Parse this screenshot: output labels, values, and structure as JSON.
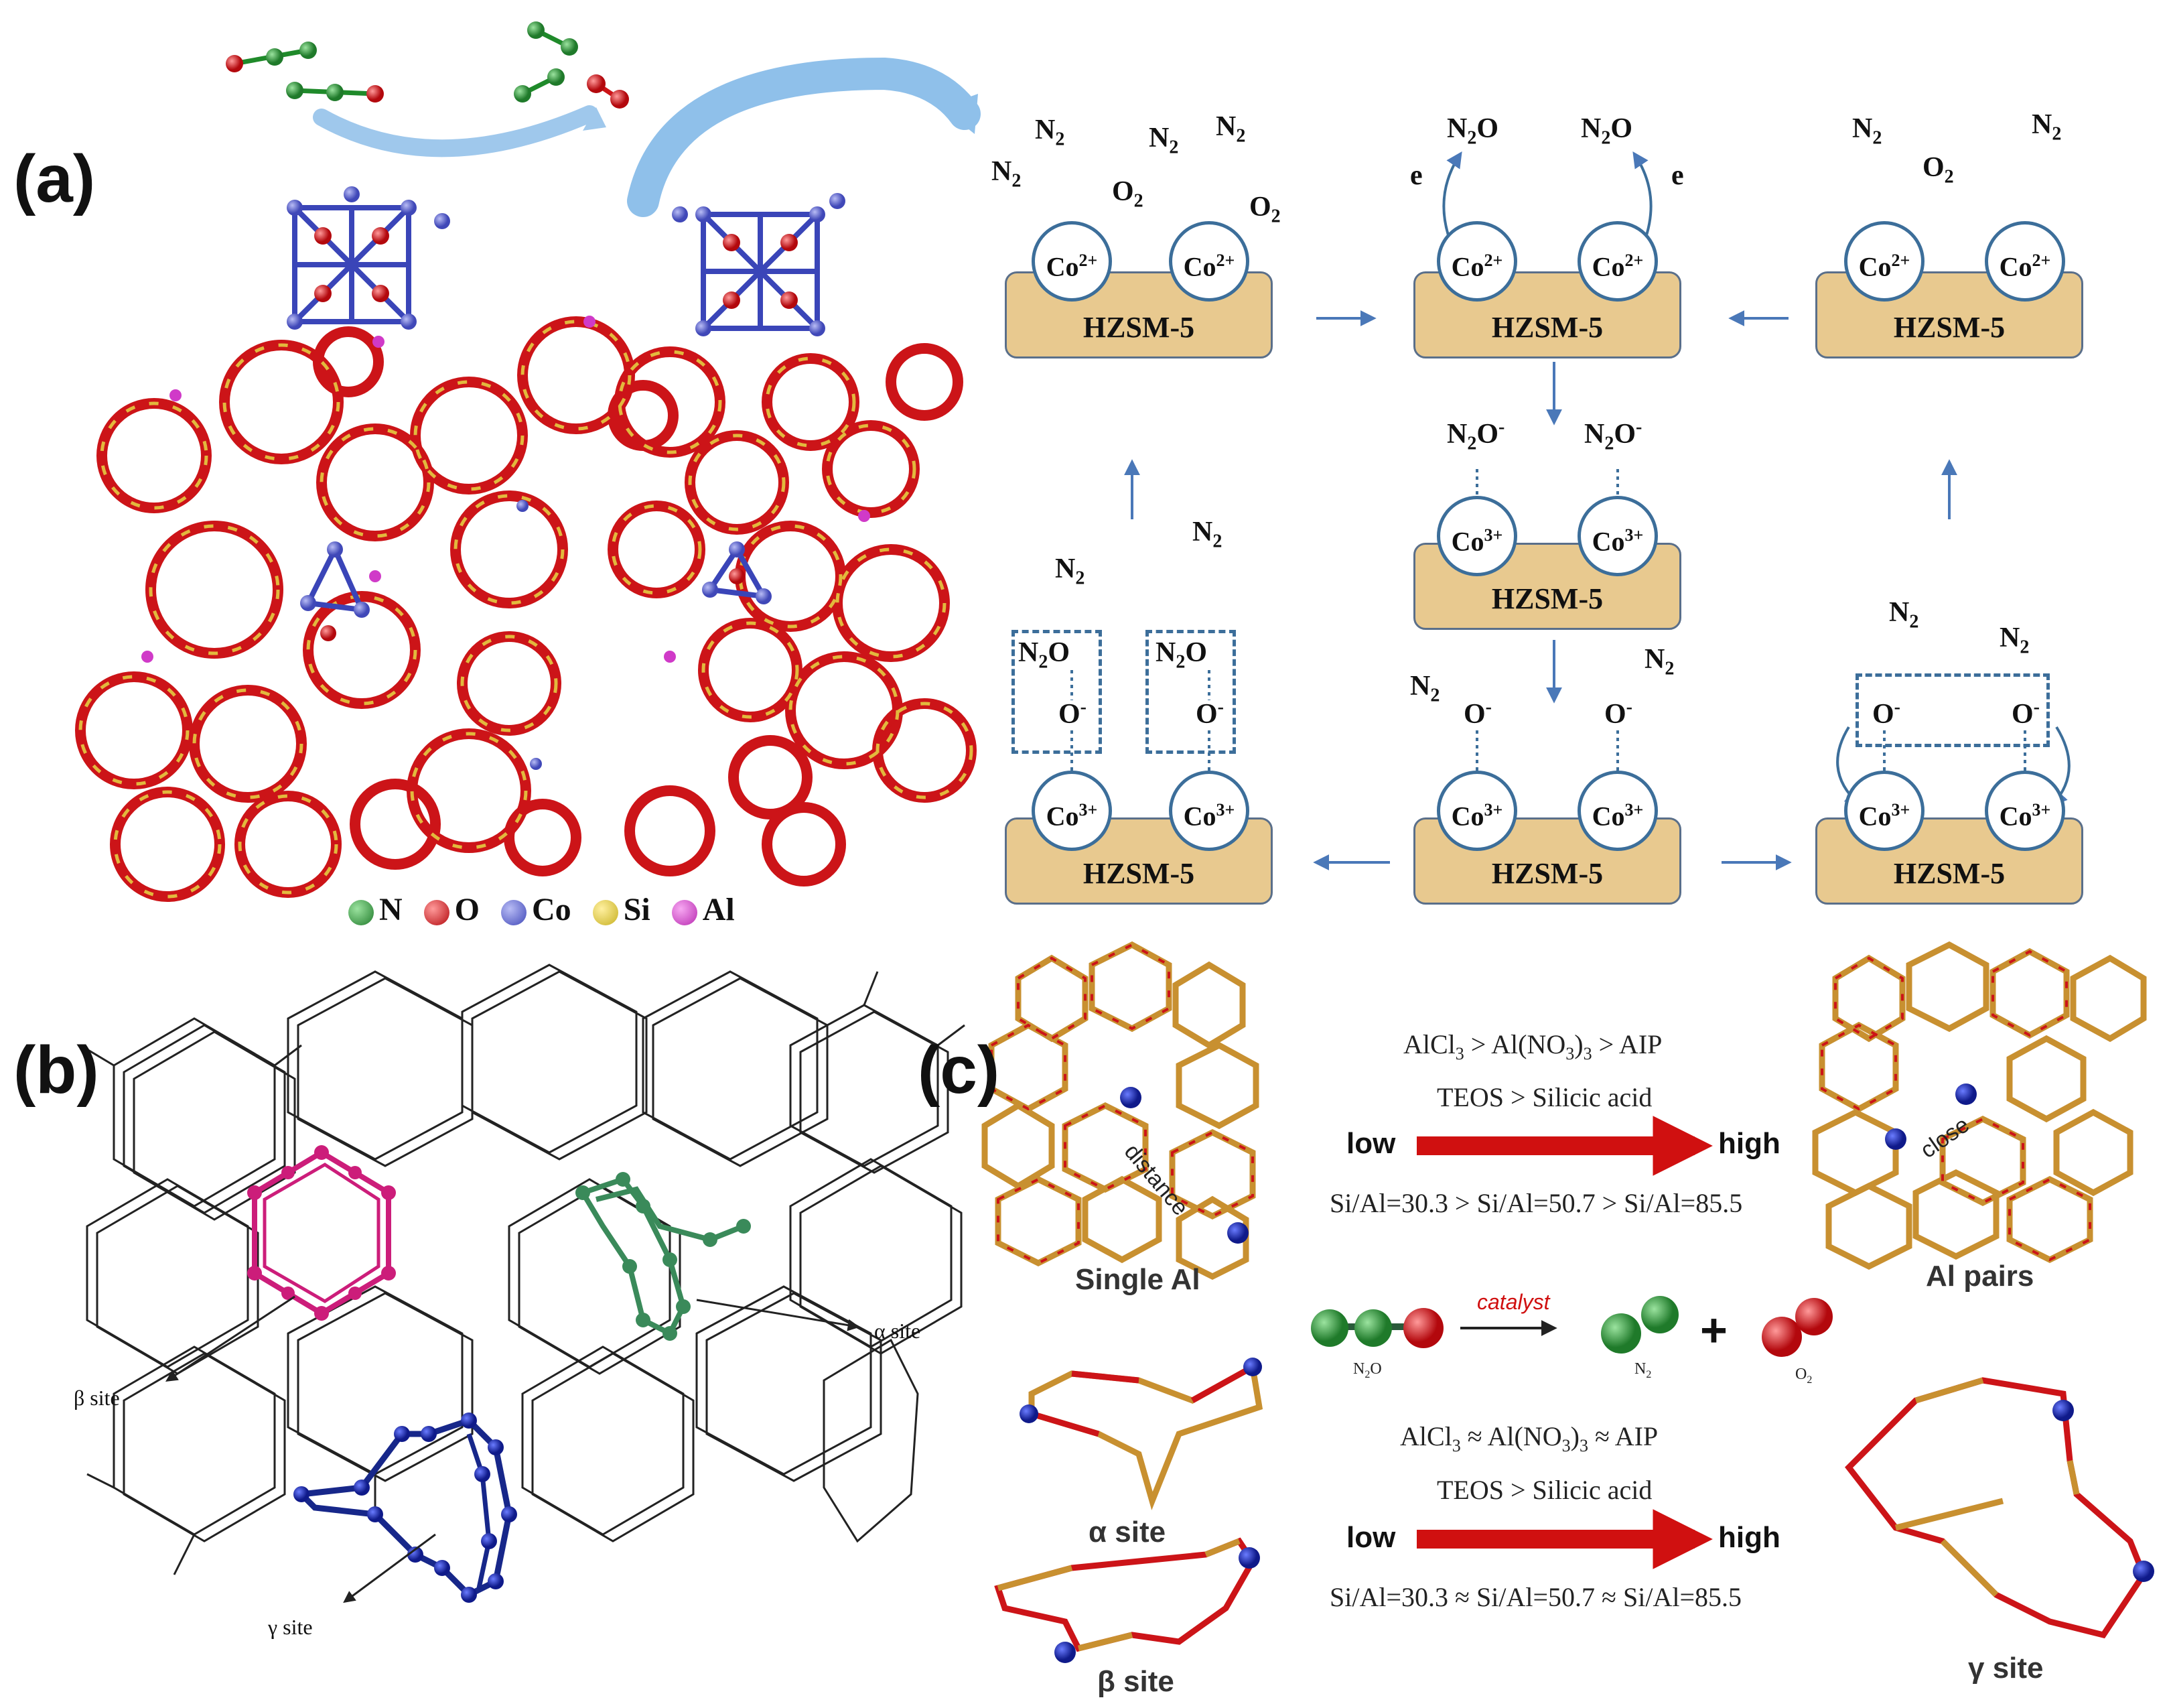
{
  "panels": {
    "a": "(a)",
    "b": "(b)",
    "c": "(c)"
  },
  "legend": {
    "items": [
      {
        "sym": "N",
        "color": "#1f8a2a"
      },
      {
        "sym": "O",
        "color": "#d8161b"
      },
      {
        "sym": "Co",
        "color": "#5a63d0"
      },
      {
        "sym": "Si",
        "color": "#d8c63a"
      },
      {
        "sym": "Al",
        "color": "#d03ac8"
      }
    ]
  },
  "cycle": {
    "support": "HZSM-5",
    "co2": "Co",
    "co2_charge": "2+",
    "co3": "Co",
    "co3_charge": "3+",
    "n2": "N",
    "n2_sub": "2",
    "o2": "O",
    "o2_sub": "2",
    "n2o": "N",
    "n2o_sub": "2",
    "n2o_o": "O",
    "o_minus": "O",
    "minus": "-",
    "e": "e"
  },
  "panel_b": {
    "alpha": "α site",
    "beta": "β site",
    "gamma": "γ site"
  },
  "panel_c": {
    "top_line1_a": "AlCl",
    "top_line1_sub1": "3",
    "top_line1_b": " > Al(NO",
    "top_line1_sub2": "3",
    "top_line1_c": ")",
    "top_line1_sub3": "3",
    "top_line1_d": " > AIP",
    "top_line2": "TEOS > Silicic acid",
    "top_line3": "Si/Al=30.3 > Si/Al=50.7 > Si/Al=85.5",
    "bot_line1_a": "AlCl",
    "bot_line1_sub1": "3",
    "bot_line1_b": " ≈ Al(NO",
    "bot_line1_sub2": "3",
    "bot_line1_c": ")",
    "bot_line1_sub3": "3",
    "bot_line1_d": " ≈ AIP",
    "bot_line2": "TEOS > Silicic acid",
    "bot_line3": "Si/Al=30.3 ≈ Si/Al=50.7 ≈ Si/Al=85.5",
    "low": "low",
    "high": "high",
    "single_al": "Single Al",
    "al_pairs": "Al pairs",
    "distance": "distance",
    "close": "close",
    "catalyst": "catalyst",
    "n2o_label": "N",
    "n2o_label_sub": "2",
    "n2o_label_o": "O",
    "n2_label": "N",
    "n2_label_sub": "2",
    "o2_label": "O",
    "o2_label_sub": "2",
    "plus": "+",
    "alpha_site": "α site",
    "beta_site": "β site",
    "gamma_site": "γ site"
  }
}
